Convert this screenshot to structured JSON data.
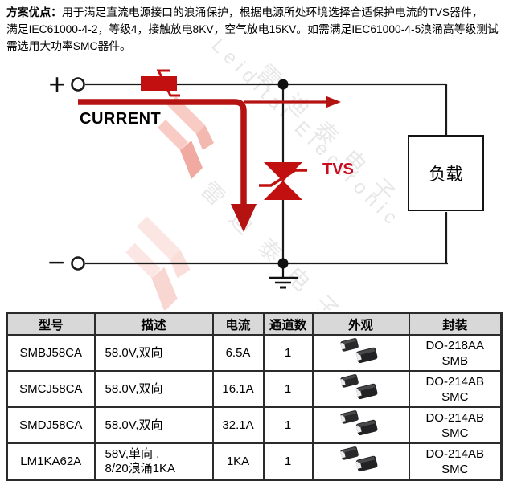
{
  "intro": {
    "heading": "方案优点：",
    "line1": "用于满足直流电源接口的浪涌保护，根据电源所处环境选择合适保护电流的TVS器件，",
    "line2": "满足IEC61000-4-2，等级4，接触放电8KV，空气放电15KV。如需满足IEC61000-4-5浪涌高等级测试",
    "line3": "需选用大功率SMC器件。"
  },
  "diagram": {
    "plus_label": "+",
    "minus_label": "−",
    "current_label": "CURRENT",
    "tvs_label": "TVS",
    "load_label": "负载",
    "colors": {
      "accent_red": "#c20f0f",
      "wire_black": "#1a1a1a",
      "tvs_text_red": "#cc0a1e"
    }
  },
  "watermark": {
    "company_cn": "雷迪泰电子",
    "company_en": "Leiditai Electronic"
  },
  "table": {
    "headers": [
      "型号",
      "描述",
      "电流",
      "通道数",
      "外观",
      "封装"
    ],
    "rows": [
      {
        "model": "SMBJ58CA",
        "desc": "58.0V,双向",
        "desc2": "",
        "current": "6.5A",
        "channels": "1",
        "package_line1": "DO-218AA",
        "package_line2": "SMB"
      },
      {
        "model": "SMCJ58CA",
        "desc": "58.0V,双向",
        "desc2": "",
        "current": "16.1A",
        "channels": "1",
        "package_line1": "DO-214AB",
        "package_line2": "SMC"
      },
      {
        "model": "SMDJ58CA",
        "desc": "58.0V,双向",
        "desc2": "",
        "current": "32.1A",
        "channels": "1",
        "package_line1": "DO-214AB",
        "package_line2": "SMC"
      },
      {
        "model": "LM1KA62A",
        "desc": "58V,单向 ,",
        "desc2": "8/20浪涌1KA",
        "current": "1KA",
        "channels": "1",
        "package_line1": "DO-214AB",
        "package_line2": "SMC"
      }
    ]
  }
}
